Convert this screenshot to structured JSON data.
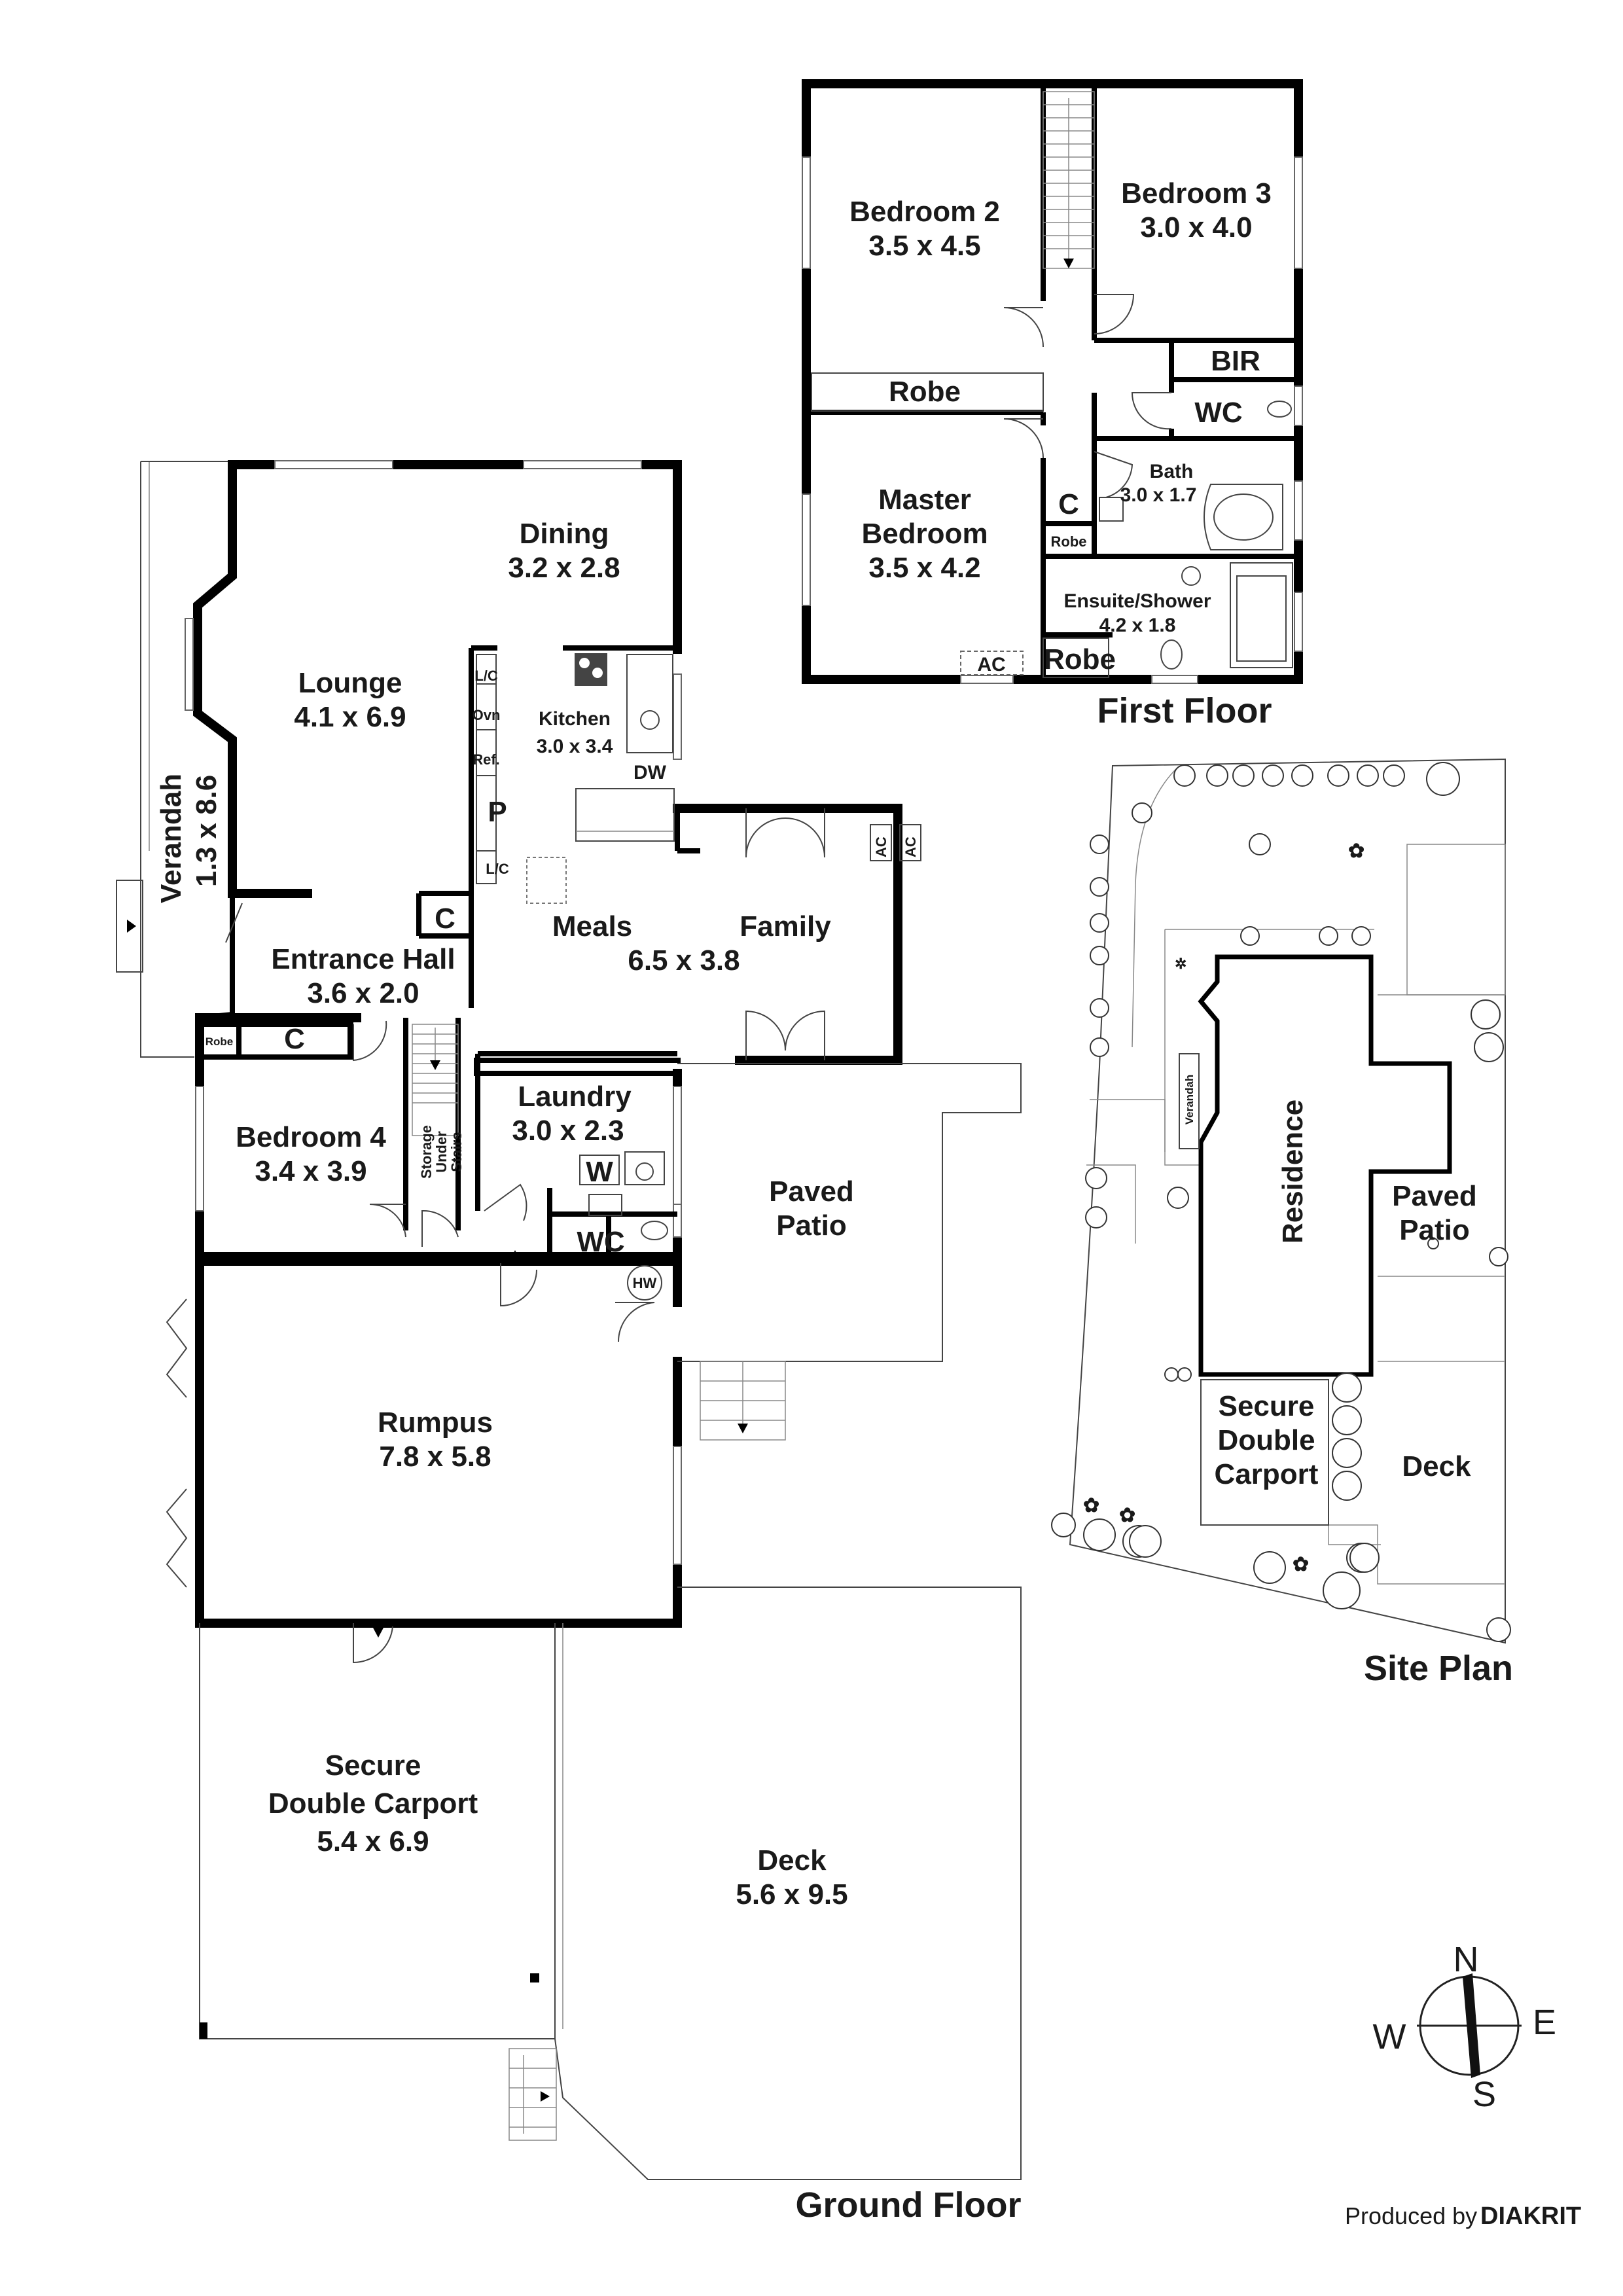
{
  "ground_floor": {
    "title": "Ground Floor",
    "rooms": {
      "verandah": "Verandah",
      "verandah_dim": "1.3 x 8.6",
      "lounge": "Lounge",
      "lounge_dim": "4.1 x 6.9",
      "dining": "Dining",
      "dining_dim": "3.2 x 2.8",
      "kitchen": "Kitchen",
      "kitchen_dim": "3.0 x 3.4",
      "meals": "Meals",
      "family": "Family",
      "meals_family_dim": "6.5 x 3.8",
      "entrance_hall": "Entrance Hall",
      "entrance_hall_dim": "3.6 x 2.0",
      "bedroom4": "Bedroom 4",
      "bedroom4_dim": "3.4 x 3.9",
      "laundry": "Laundry",
      "laundry_dim": "3.0 x 2.3",
      "paved_patio_1": "Paved",
      "paved_patio_2": "Patio",
      "rumpus": "Rumpus",
      "rumpus_dim": "7.8 x 5.8",
      "carport_1": "Secure",
      "carport_2": "Double Carport",
      "carport_dim": "5.4 x 6.9",
      "deck": "Deck",
      "deck_dim": "5.6 x 9.5"
    },
    "fixtures": {
      "lc1": "L/C",
      "ovn": "Ovn",
      "ref": "Ref.",
      "pantry": "P",
      "lc2": "L/C",
      "dw": "DW",
      "ac1": "AC",
      "ac2": "AC",
      "cupboard_hall": "C",
      "cupboard_bed4": "C",
      "robe_small": "Robe",
      "storage_1": "Storage",
      "storage_2": "Under",
      "storage_3": "Stairs",
      "washer": "W",
      "wc": "WC",
      "hw": "HW"
    }
  },
  "first_floor": {
    "title": "First Floor",
    "rooms": {
      "bedroom2": "Bedroom 2",
      "bedroom2_dim": "3.5 x 4.5",
      "bedroom3": "Bedroom 3",
      "bedroom3_dim": "3.0 x 4.0",
      "robe": "Robe",
      "bir": "BIR",
      "wc": "WC",
      "master_1": "Master",
      "master_2": "Bedroom",
      "master_dim": "3.5 x 4.2",
      "cupboard": "C",
      "robe_small": "Robe",
      "bath": "Bath",
      "bath_dim": "3.0 x 1.7",
      "ensuite": "Ensuite/Shower",
      "ensuite_dim": "4.2 x 1.8",
      "robe2": "Robe",
      "ac": "AC"
    }
  },
  "site_plan": {
    "title": "Site Plan",
    "residence": "Residence",
    "verandah": "Verandah",
    "paved_1": "Paved",
    "paved_2": "Patio",
    "carport_1": "Secure",
    "carport_2": "Double",
    "carport_3": "Carport",
    "deck": "Deck"
  },
  "compass": {
    "n": "N",
    "e": "E",
    "s": "S",
    "w": "W"
  },
  "credit": {
    "prefix": "Produced by",
    "brand": "DIAKRIT"
  }
}
